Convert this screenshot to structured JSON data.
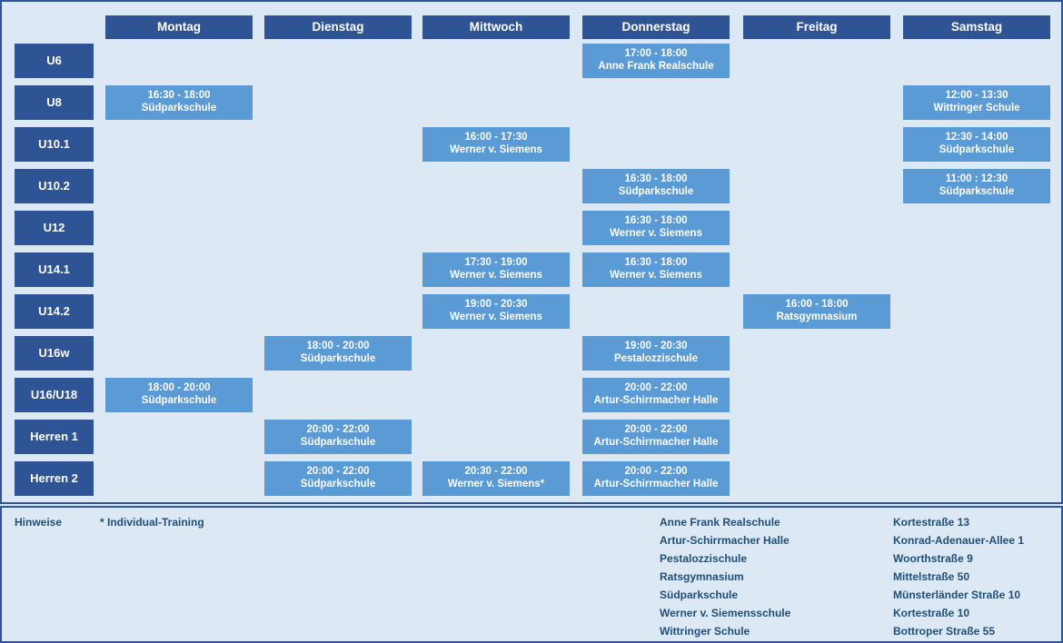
{
  "colors": {
    "header_blue": "#2f5496",
    "session_blue": "#5b9bd5",
    "background": "#dce9f5",
    "text_blue": "#1f4e79"
  },
  "schedule": {
    "days": [
      "Montag",
      "Dienstag",
      "Mittwoch",
      "Donnerstag",
      "Freitag",
      "Samstag"
    ],
    "groups": [
      "U6",
      "U8",
      "U10.1",
      "U10.2",
      "U12",
      "U14.1",
      "U14.2",
      "U16w",
      "U16/U18",
      "Herren 1",
      "Herren 2"
    ],
    "sessions": [
      {
        "group": "U6",
        "day": "Donnerstag",
        "time": "17:00 - 18:00",
        "venue": "Anne Frank Realschule"
      },
      {
        "group": "U8",
        "day": "Montag",
        "time": "16:30 - 18:00",
        "venue": "Südparkschule"
      },
      {
        "group": "U8",
        "day": "Samstag",
        "time": "12:00 - 13:30",
        "venue": "Wittringer Schule"
      },
      {
        "group": "U10.1",
        "day": "Mittwoch",
        "time": "16:00 - 17:30",
        "venue": "Werner v. Siemens"
      },
      {
        "group": "U10.1",
        "day": "Samstag",
        "time": "12:30 - 14:00",
        "venue": "Südparkschule"
      },
      {
        "group": "U10.2",
        "day": "Donnerstag",
        "time": "16:30 - 18:00",
        "venue": "Südparkschule"
      },
      {
        "group": "U10.2",
        "day": "Samstag",
        "time": "11:00 : 12:30",
        "venue": "Südparkschule"
      },
      {
        "group": "U12",
        "day": "Donnerstag",
        "time": "16:30 - 18:00",
        "venue": "Werner v. Siemens"
      },
      {
        "group": "U14.1",
        "day": "Mittwoch",
        "time": "17:30 - 19:00",
        "venue": "Werner v. Siemens"
      },
      {
        "group": "U14.1",
        "day": "Donnerstag",
        "time": "16:30 - 18:00",
        "venue": "Werner v. Siemens"
      },
      {
        "group": "U14.2",
        "day": "Mittwoch",
        "time": "19:00 - 20:30",
        "venue": "Werner v. Siemens"
      },
      {
        "group": "U14.2",
        "day": "Freitag",
        "time": "16:00 - 18:00",
        "venue": "Ratsgymnasium"
      },
      {
        "group": "U16w",
        "day": "Dienstag",
        "time": "18:00 - 20:00",
        "venue": "Südparkschule"
      },
      {
        "group": "U16w",
        "day": "Donnerstag",
        "time": "19:00 - 20:30",
        "venue": "Pestalozzischule"
      },
      {
        "group": "U16/U18",
        "day": "Montag",
        "time": "18:00 - 20:00",
        "venue": "Südparkschule"
      },
      {
        "group": "U16/U18",
        "day": "Donnerstag",
        "time": "20:00 - 22:00",
        "venue": "Artur-Schirrmacher Halle"
      },
      {
        "group": "Herren 1",
        "day": "Dienstag",
        "time": "20:00 - 22:00",
        "venue": "Südparkschule"
      },
      {
        "group": "Herren 1",
        "day": "Donnerstag",
        "time": "20:00 - 22:00",
        "venue": "Artur-Schirrmacher Halle"
      },
      {
        "group": "Herren 2",
        "day": "Dienstag",
        "time": "20:00 - 22:00",
        "venue": "Südparkschule"
      },
      {
        "group": "Herren 2",
        "day": "Mittwoch",
        "time": "20:30 - 22:00",
        "venue": "Werner v. Siemens*"
      },
      {
        "group": "Herren 2",
        "day": "Donnerstag",
        "time": "20:00 - 22:00",
        "venue": "Artur-Schirrmacher Halle"
      }
    ]
  },
  "footer": {
    "hinweise_label": "Hinweise",
    "hinweise_note": "* Individual-Training",
    "venues": [
      {
        "name": "Anne Frank Realschule",
        "address": "Kortestraße 13"
      },
      {
        "name": "Artur-Schirrmacher Halle",
        "address": "Konrad-Adenauer-Allee 1"
      },
      {
        "name": "Pestalozzischule",
        "address": "Woorthstraße 9"
      },
      {
        "name": "Ratsgymnasium",
        "address": "Mittelstraße 50"
      },
      {
        "name": "Südparkschule",
        "address": "Münsterländer Straße 10"
      },
      {
        "name": "Werner v. Siemensschule",
        "address": "Kortestraße 10"
      },
      {
        "name": "Wittringer Schule",
        "address": "Bottroper Straße 55"
      }
    ]
  }
}
